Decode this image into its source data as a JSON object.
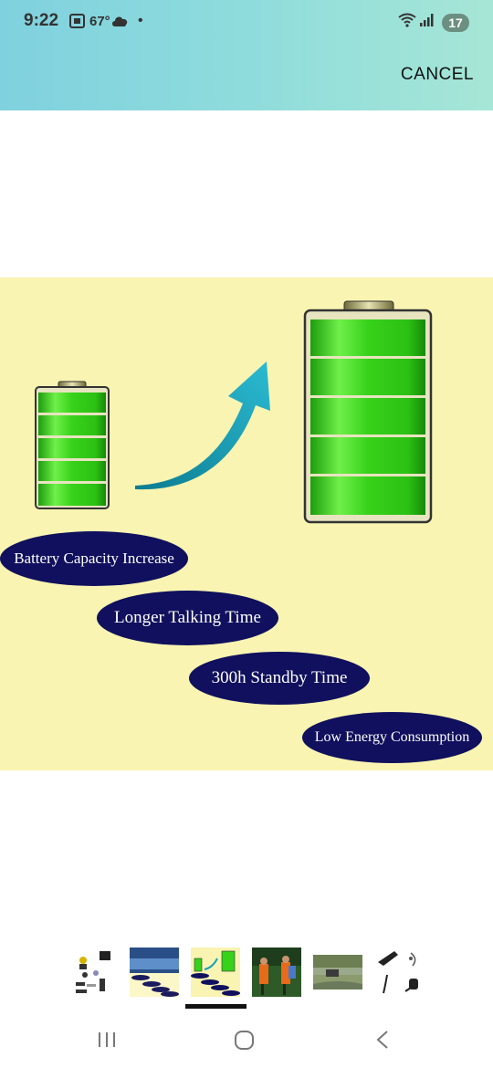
{
  "status_bar": {
    "time": "9:22",
    "temperature": "67°",
    "battery": "17",
    "icons": [
      "screenshot-icon",
      "cloud-icon",
      "dot-icon",
      "wifi-icon",
      "signal-icon"
    ]
  },
  "header": {
    "cancel_label": "CANCEL"
  },
  "image": {
    "features": [
      "Battery Capacity Increase",
      "Longer Talking Time",
      "300h Standby Time",
      "Low Energy Consumption"
    ],
    "colors": {
      "background": "#f9f4b1",
      "pill": "#10105e",
      "battery_green": "#37d21a",
      "arrow": "#1aa0b8"
    }
  },
  "thumbnails": {
    "items": [
      {
        "name": "product-accessories-thumbnail"
      },
      {
        "name": "blue-panel-thumbnail"
      },
      {
        "name": "battery-capacity-thumbnail",
        "selected": true
      },
      {
        "name": "football-players-thumbnail"
      },
      {
        "name": "motorcycle-landscape-thumbnail"
      },
      {
        "name": "headset-kit-thumbnail"
      }
    ]
  },
  "navigation": {
    "icons": [
      "recent-apps-icon",
      "home-icon",
      "back-icon"
    ]
  }
}
